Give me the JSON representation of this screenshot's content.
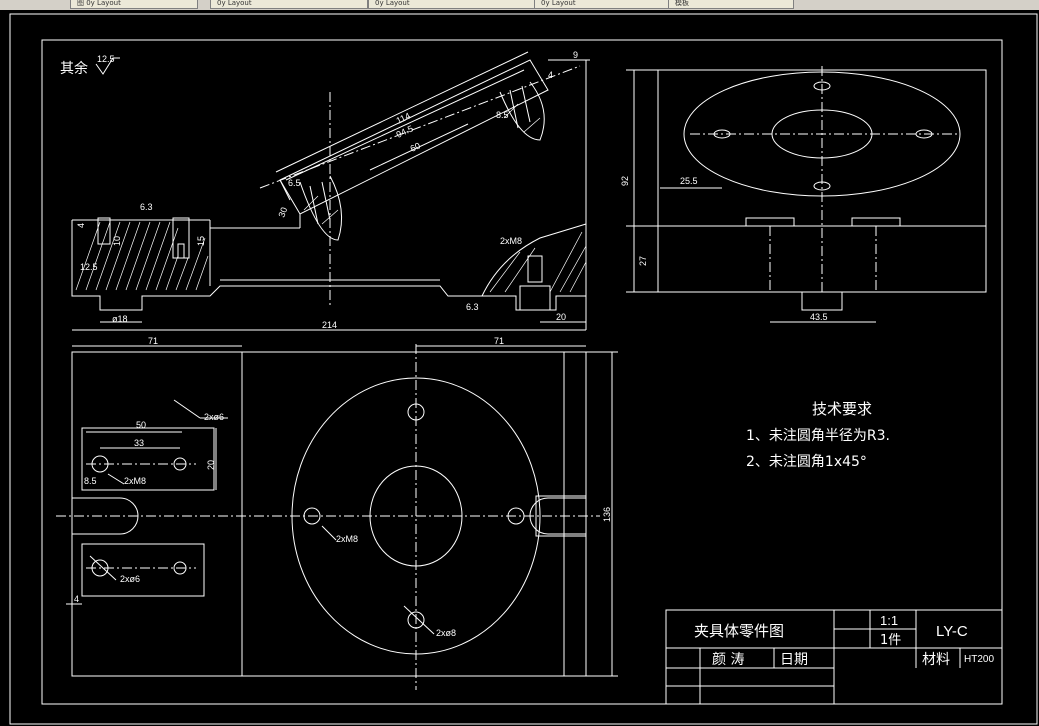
{
  "window": {
    "tabs": [
      "图 0y Layout",
      "0y Layout",
      "0y Layout",
      "0y Layout",
      "模板"
    ]
  },
  "drawing": {
    "roughness_note_label": "其余",
    "roughness_note_value": "12.5",
    "tech_requirements": {
      "title": "技术要求",
      "items": [
        "1、未注圆角半径为R3.",
        "2、未注圆角1x45°"
      ]
    },
    "title_block": {
      "part_name": "夹具体零件图",
      "scale": "1:1",
      "quantity": "1件",
      "code": "LY-C",
      "designer": "颜  涛",
      "date_label": "日期",
      "material_label": "材料",
      "material": "HT200"
    },
    "dims_front": {
      "d114": "114",
      "d94_5": "94.5",
      "d60": "60",
      "d9": "9",
      "d4": "4",
      "d8_5a": "8.5",
      "d6_5": "6.5",
      "d30": "30",
      "d6_3a": "6.3",
      "d10": "10",
      "d15": "15",
      "d12_5": "12.5",
      "d4b": "4",
      "m8": "2xM8",
      "d6_3b": "6.3",
      "phi18": "ø18",
      "d214": "214",
      "d20": "20"
    },
    "dims_side": {
      "d92": "92",
      "d25_5": "25.5",
      "d27": "27",
      "d43_5": "43.5"
    },
    "dims_top": {
      "d71a": "71",
      "d71b": "71",
      "d50": "50",
      "d33": "33",
      "d20": "20",
      "d8_5": "8.5",
      "phi6a": "2xø6",
      "m8a": "2xM8",
      "phi6b": "2xø6",
      "m8b": "2xM8",
      "phi8": "2xø8",
      "d136": "136",
      "d4": "4"
    }
  }
}
